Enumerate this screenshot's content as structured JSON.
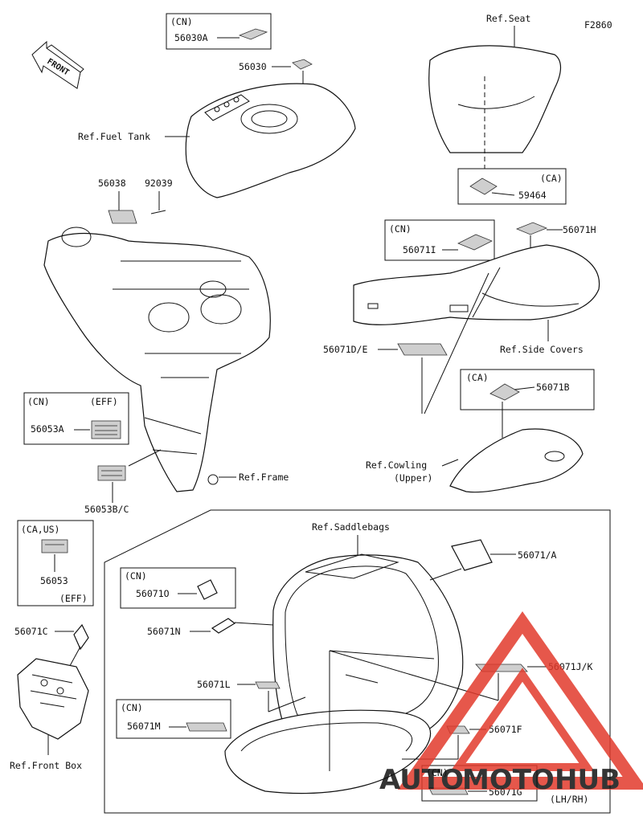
{
  "figure_code": "F2860",
  "front_label": "FRONT",
  "refs": {
    "seat": "Ref.Seat",
    "fuel_tank": "Ref.Fuel Tank",
    "side_covers": "Ref.Side Covers",
    "cowling_1": "Ref.Cowling",
    "cowling_2": "(Upper)",
    "frame": "Ref.Frame",
    "saddlebags": "Ref.Saddlebags",
    "front_box": "Ref.Front Box",
    "lhrh": "(LH/RH)"
  },
  "boxes": {
    "b56030a": {
      "region": "(CN)",
      "part": "56030A"
    },
    "b59464": {
      "region": "(CA)",
      "part": "59464"
    },
    "b56071i": {
      "region": "(CN)",
      "part": "56071I"
    },
    "b56071b": {
      "region": "(CA)",
      "part": "56071B"
    },
    "b56053a": {
      "region": "(CN)",
      "eff": "(EFF)",
      "part": "56053A"
    },
    "b56053": {
      "region": "(CA,US)",
      "part": "56053",
      "eff": "(EFF)"
    },
    "b56071o": {
      "region": "(CN)",
      "part": "56071O"
    },
    "b56071m": {
      "region": "(CN)",
      "part": "56071M"
    },
    "b56071g": {
      "region": "(CN)",
      "part": "56071G"
    }
  },
  "parts": {
    "p56030": "56030",
    "p56038": "56038",
    "p92039": "92039",
    "p56071h": "56071H",
    "p56071de": "56071D/E",
    "p56053bc": "56053B/C",
    "p56071c": "56071C",
    "p56071a": "56071/A",
    "p56071n": "56071N",
    "p56071jk": "56071J/K",
    "p56071l": "56071L",
    "p56071f": "56071F"
  },
  "watermark": {
    "auto": "AUTO",
    "moto": "MOTO",
    "hub": "HUB",
    "color_red": "#e23a2c",
    "color_dark": "#3c3c3c"
  }
}
